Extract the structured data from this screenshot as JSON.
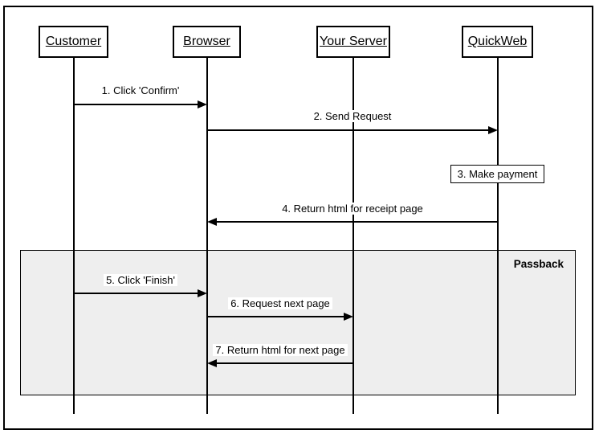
{
  "actors": [
    {
      "label": "Customer"
    },
    {
      "label": "Browser"
    },
    {
      "label": "Your Server"
    },
    {
      "label": "QuickWeb"
    }
  ],
  "messages": [
    {
      "label": "1. Click 'Confirm'",
      "from": "Customer",
      "to": "Browser",
      "type": "arrow-right"
    },
    {
      "label": "2. Send Request",
      "from": "Browser",
      "to": "QuickWeb",
      "type": "arrow-right"
    },
    {
      "label": "3. Make payment",
      "from": "QuickWeb",
      "to": "QuickWeb",
      "type": "self-box"
    },
    {
      "label": "4. Return html for receipt page",
      "from": "QuickWeb",
      "to": "Browser",
      "type": "arrow-left"
    },
    {
      "label": "5. Click 'Finish'",
      "from": "Customer",
      "to": "Browser",
      "type": "arrow-right"
    },
    {
      "label": "6. Request next page",
      "from": "Browser",
      "to": "Your Server",
      "type": "arrow-right"
    },
    {
      "label": "7. Return html for next page",
      "from": "Your Server",
      "to": "Browser",
      "type": "arrow-left"
    }
  ],
  "frame": {
    "label": "Passback"
  },
  "colors": {
    "background": "#ffffff",
    "line": "#000000",
    "text": "#000000",
    "frame_fill": "#eeeeee"
  }
}
